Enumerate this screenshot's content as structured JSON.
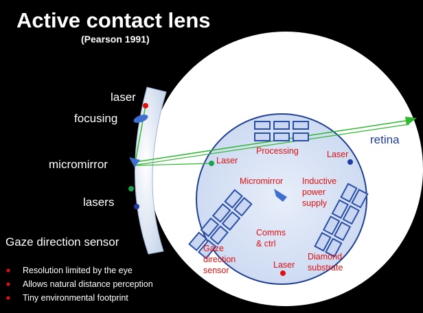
{
  "title": "Active contact lens",
  "subtitle": "(Pearson 1991)",
  "lens_labels": {
    "laser": "laser",
    "focusing": "focusing",
    "micromirror": "micromirror",
    "lasers": "lasers",
    "gaze_sensor": "Gaze direction sensor"
  },
  "eye_labels": {
    "retina": "retina"
  },
  "component_labels": {
    "processing": "Processing",
    "laser_left": "Laser",
    "laser_right": "Laser",
    "laser_bottom": "Laser",
    "micromirror": "Micromirror",
    "inductive_line1": "Inductive",
    "inductive_line2": "power",
    "inductive_line3": "supply",
    "comms_line1": "Comms",
    "comms_line2": "& ctrl",
    "gaze_line1": "Gaze",
    "gaze_line2": "direction",
    "gaze_line3": "sensor",
    "diamond_line1": "Diamond",
    "diamond_line2": "substrate"
  },
  "bullets": [
    "Resolution limited by the eye",
    "Allows natural distance perception",
    "Tiny environmental footprint"
  ],
  "colors": {
    "background": "#000000",
    "eye_fill": "#ffffff",
    "chip_fill": "#c9d7f3",
    "chip_stroke": "#2a4ea6",
    "beam": "#2db82d",
    "red_dot": "#e01010",
    "green_dot": "#1aa14a",
    "blue_dot": "#1e3d9e",
    "label_red": "#e01010",
    "label_blue": "#1e3d9e"
  }
}
